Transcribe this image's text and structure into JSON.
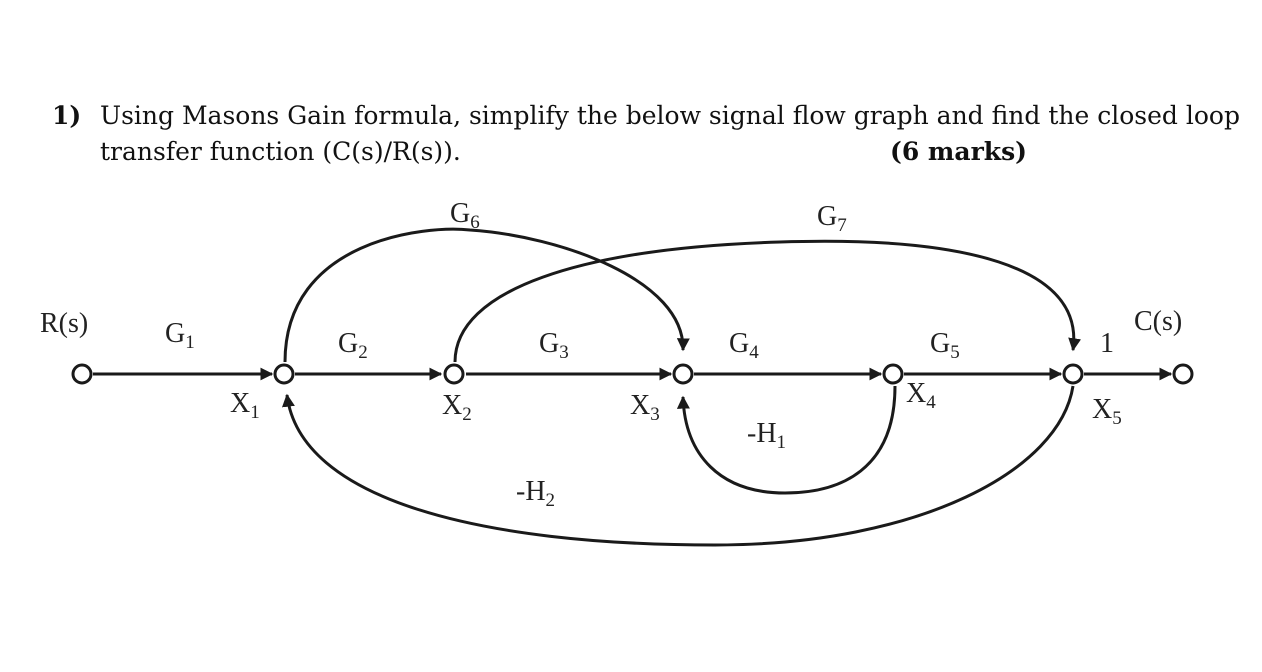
{
  "question": {
    "number": "1)",
    "line1": "Using Masons Gain formula, simplify the below signal flow graph and find the closed loop",
    "line2": "transfer function (C(s)/R(s)).",
    "marks": "(6 marks)"
  },
  "graph": {
    "input_label": "R(s)",
    "output_label": "C(s)",
    "nodes": [
      {
        "id": "x1",
        "letter": "X",
        "sub": "1"
      },
      {
        "id": "x2",
        "letter": "X",
        "sub": "2"
      },
      {
        "id": "x3",
        "letter": "X",
        "sub": "3"
      },
      {
        "id": "x4",
        "letter": "X",
        "sub": "4"
      },
      {
        "id": "x5",
        "letter": "X",
        "sub": "5"
      }
    ],
    "branches": {
      "g1": {
        "letter": "G",
        "sub": "1"
      },
      "g2": {
        "letter": "G",
        "sub": "2"
      },
      "g3": {
        "letter": "G",
        "sub": "3"
      },
      "g4": {
        "letter": "G",
        "sub": "4"
      },
      "g5": {
        "letter": "G",
        "sub": "5"
      },
      "g6": {
        "letter": "G",
        "sub": "6"
      },
      "g7": {
        "letter": "G",
        "sub": "7"
      },
      "unity": "1",
      "h1": {
        "letter": "-H",
        "sub": "1"
      },
      "h2": {
        "letter": "-H",
        "sub": "2"
      }
    }
  },
  "colors": {
    "stroke": "#1a1a1a",
    "text": "#222222"
  }
}
